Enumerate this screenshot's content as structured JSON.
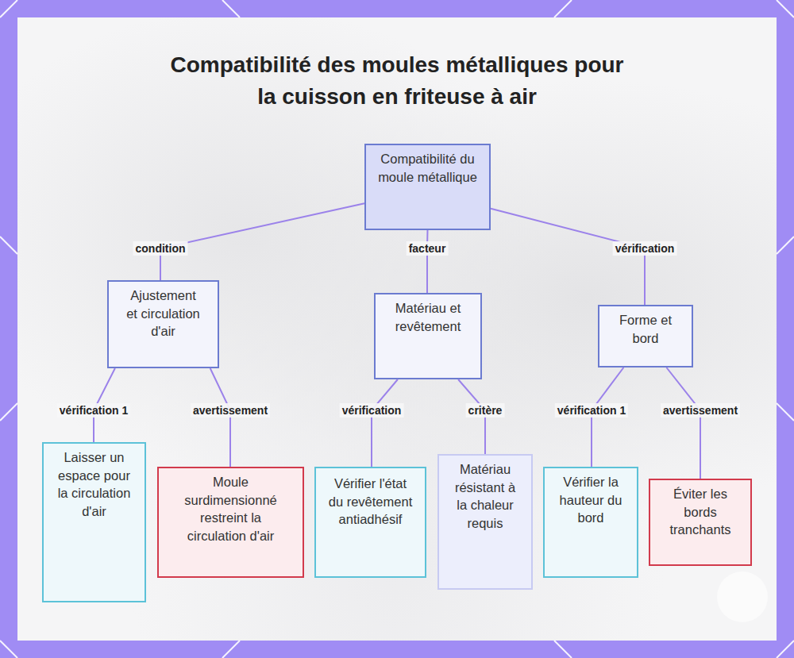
{
  "diagram": {
    "title": "Compatibilité des moules métalliques pour la cuisson en friteuse à air",
    "nodes": [
      {
        "text": [
          "Compatibilité du moule métallique"
        ]
      },
      {
        "text": [
          "Ajustement et circulation d'air"
        ]
      },
      {
        "text": [
          "Matériau et revêtement"
        ]
      },
      {
        "text": [
          "Forme et bord"
        ]
      },
      {
        "text": [
          "Laisser un espace pour la circulation d'air"
        ]
      },
      {
        "text": [
          "Moule surdimensionné restreint la circulation d'air"
        ]
      },
      {
        "text": [
          "Vérifier l'état du revêtement antiadhésif"
        ]
      },
      {
        "text": [
          "Matériau résistant à la chaleur requis"
        ]
      },
      {
        "text": [
          "Vérifier la hauteur du bord"
        ]
      },
      {
        "text": [
          "Éviter les bords tranchants"
        ]
      }
    ],
    "edges": [
      {
        "from": 0,
        "to": 1,
        "label": "condition",
        "arrow": "none"
      },
      {
        "from": 0,
        "to": 2,
        "label": "facteur",
        "arrow": "none"
      },
      {
        "from": 0,
        "to": 3,
        "label": "vérification",
        "arrow": "none"
      },
      {
        "from": 1,
        "to": 4,
        "label": "vérification 1",
        "arrow": "none"
      },
      {
        "from": 1,
        "to": 5,
        "label": "avertissement",
        "arrow": "none"
      },
      {
        "from": 2,
        "to": 6,
        "label": "vérification",
        "arrow": "none"
      },
      {
        "from": 2,
        "to": 7,
        "label": "critère",
        "arrow": "none"
      },
      {
        "from": 3,
        "to": 8,
        "label": "vérification 1",
        "arrow": "none"
      },
      {
        "from": 3,
        "to": 9,
        "label": "avertissement",
        "arrow": "none"
      }
    ]
  }
}
